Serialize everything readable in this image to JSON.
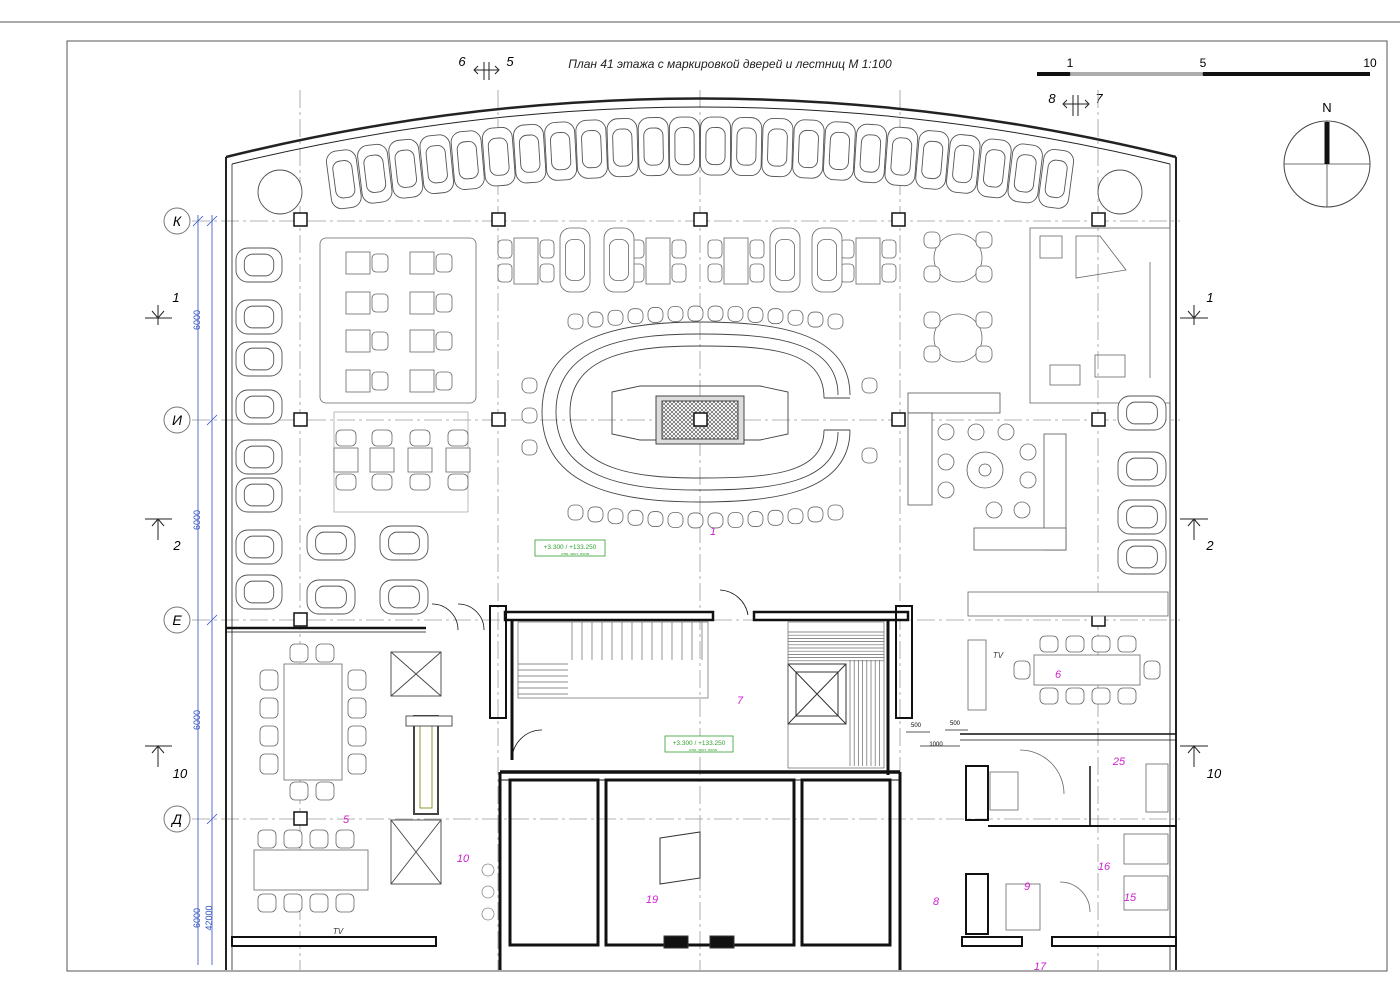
{
  "title": "План  41 этажа с маркировкой дверей и лестниц  М 1:100",
  "scale_bar": {
    "labels": [
      "1",
      "5",
      "10"
    ]
  },
  "compass": {
    "north": "N"
  },
  "section_cuts": {
    "top_left": {
      "a": "6",
      "b": "5"
    },
    "top_right": {
      "a": "8",
      "b": "7"
    },
    "left": [
      "1",
      "2",
      "10"
    ],
    "right": [
      "1",
      "2",
      "10"
    ]
  },
  "grid_axes": [
    "К",
    "И",
    "Е",
    "Д"
  ],
  "dimensions": {
    "bay": "6000",
    "total": "42000",
    "d500a": "500",
    "d500b": "500",
    "d1000": "1000"
  },
  "room_numbers": [
    "1",
    "5",
    "6",
    "7",
    "8",
    "9",
    "10",
    "15",
    "16",
    "17",
    "19",
    "25"
  ],
  "level_marks": {
    "a": "+3.300 / +133.250",
    "b": "+3.300 / +133.250",
    "a_sub": "отм. чист. пола",
    "b_sub": "отм. чист. пола"
  },
  "tv_labels": [
    "TV",
    "TV"
  ],
  "colors": {
    "line": "#3a3a3a",
    "light_line": "#9a9a9a",
    "wall": "#111111",
    "dim_blue": "#3050c0",
    "room_magenta": "#d020d0",
    "level_green": "#2ea02e",
    "axis_grey": "#707070"
  }
}
